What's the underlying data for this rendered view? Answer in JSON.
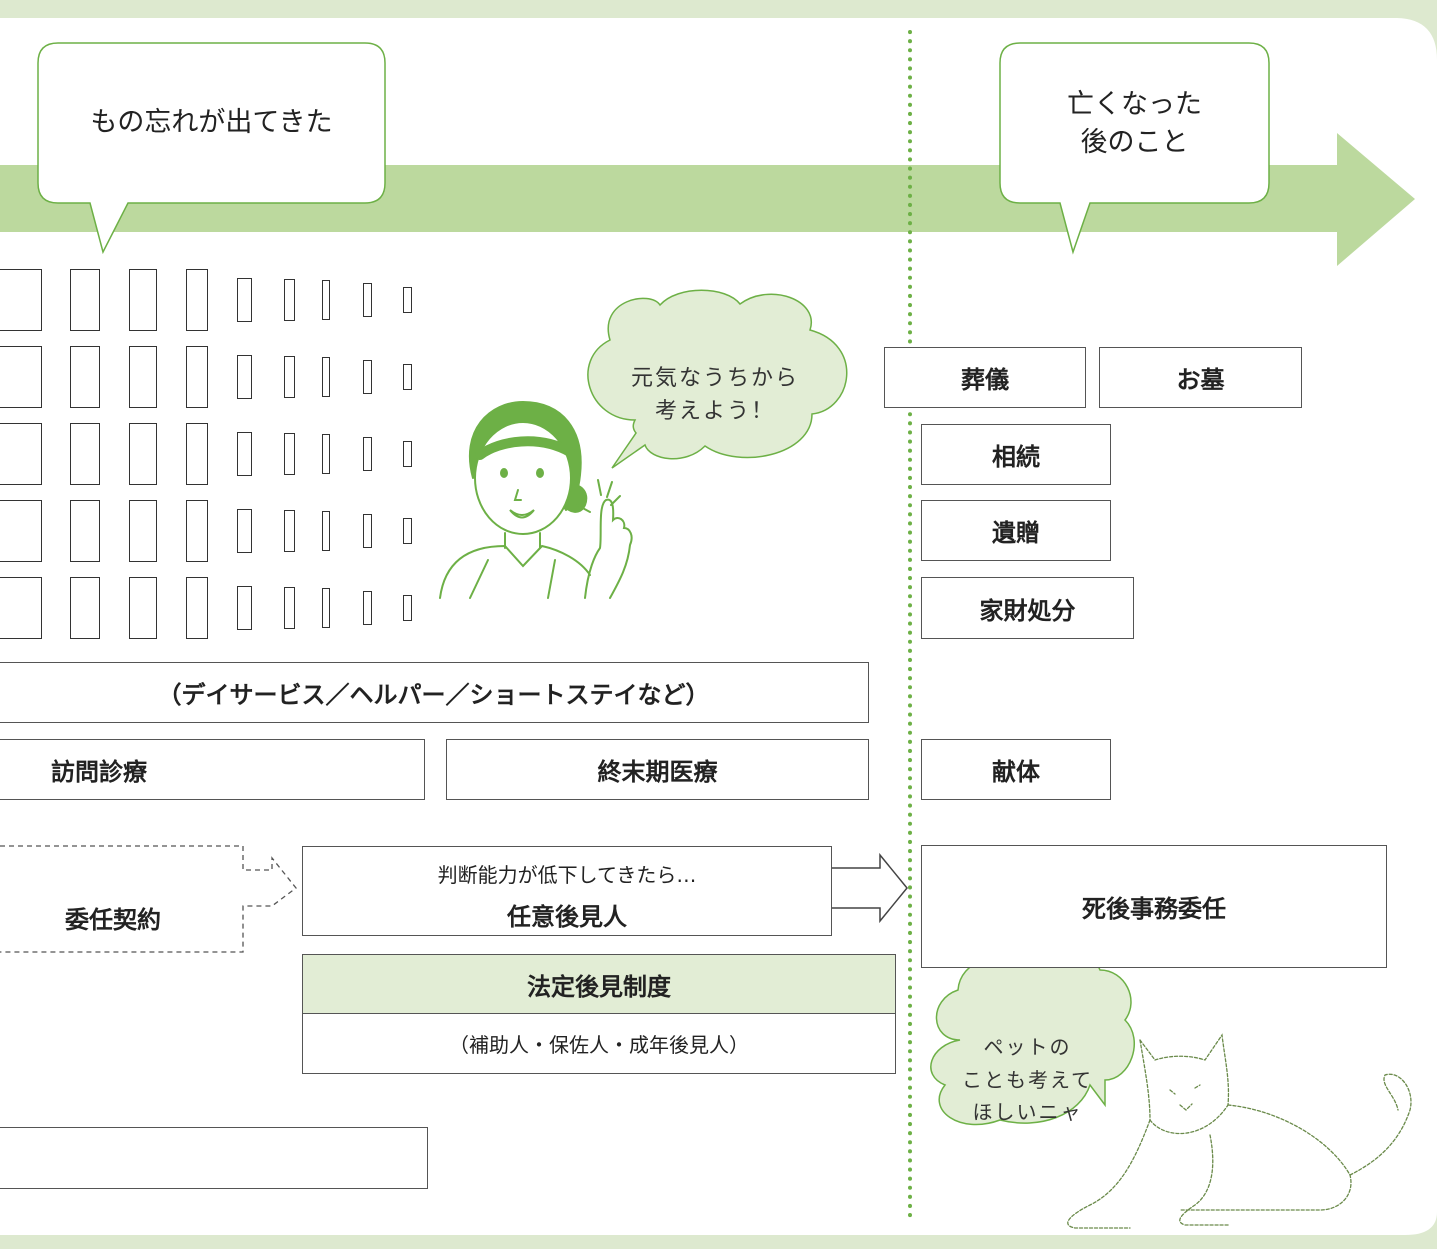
{
  "colors": {
    "accent": "#bcd99e",
    "frame": "#dde9cf",
    "accent_dark": "#6db046",
    "header_fill": "#e2edd5"
  },
  "timeline": {
    "bubble_forgetful": "もの忘れが出てきた",
    "bubble_after_death_line1": "亡くなった",
    "bubble_after_death_line2": "後のこと"
  },
  "cloud": {
    "line1": "元気なうちから",
    "line2": "考えよう！"
  },
  "boxes": {
    "care_services": "（デイサービス／ヘルパー／ショートステイなど）",
    "home_visit": "訪問診療",
    "terminal_care": "終末期医療",
    "delegation_contract": "委任契約",
    "judgment_decline": "判断能力が低下してきたら…",
    "voluntary_guardian": "任意後見人",
    "statutory_guardian": "法定後見制度",
    "guardian_types": "（補助人・保佐人・成年後見人）",
    "funeral": "葬儀",
    "grave": "お墓",
    "inheritance": "相続",
    "bequest": "遺贈",
    "estate_disposal": "家財処分",
    "body_donation": "献体",
    "posthumous_affairs": "死後事務委任"
  },
  "cat_cloud": {
    "line1": "ペットの",
    "line2": "ことも考えて",
    "line3": "ほしいニャ"
  },
  "icons": [
    "speech-bubble-icon",
    "thought-cloud-icon",
    "woman-pointing-icon",
    "cat-icon",
    "timeline-arrow-icon",
    "dotted-divider-icon"
  ]
}
